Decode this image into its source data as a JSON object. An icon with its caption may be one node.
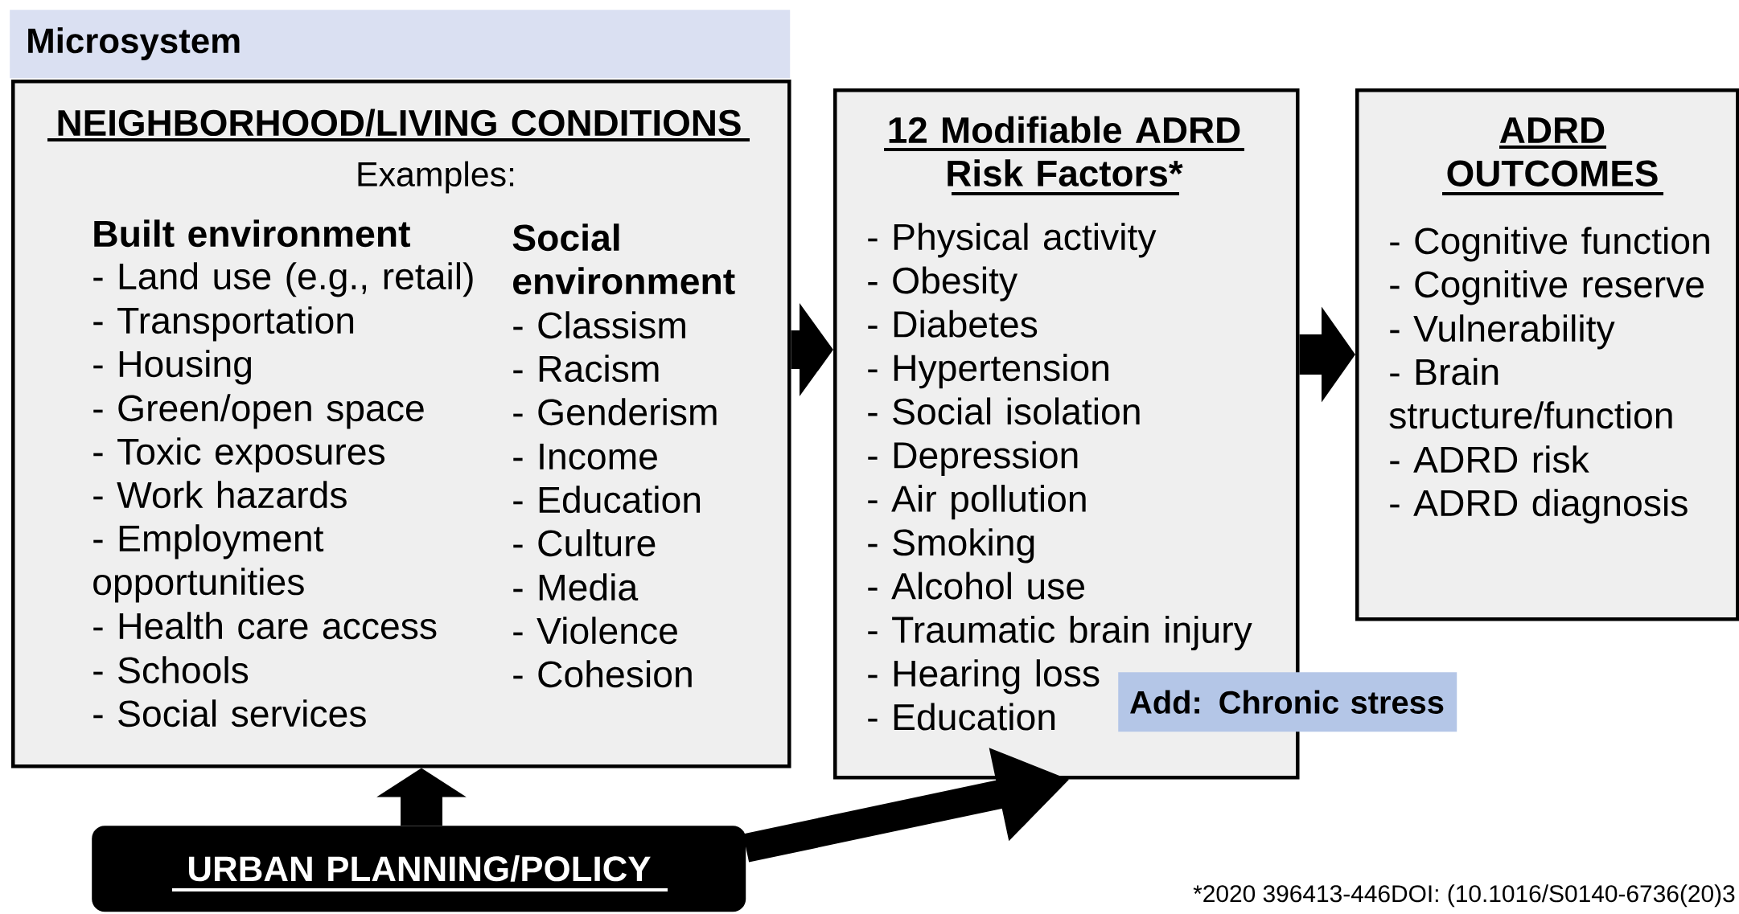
{
  "diagram": {
    "nodes": [
      {
        "text": [
          "Microsystem"
        ]
      },
      {
        "text": [
          "NEIGHBORHOOD/LIVING CONDITIONS",
          "Examples:",
          "Built environment",
          "- Land use (e.g., retail)",
          "- Transportation",
          "- Housing",
          "- Green/open space",
          "- Toxic exposures",
          "- Work hazards",
          "- Employment opportunities",
          "- Health care access",
          "- Schools",
          "- Social services",
          "Social environment",
          "- Classism",
          "- Racism",
          "- Genderism",
          "- Income",
          "- Education",
          "- Culture",
          "- Media",
          "- Violence",
          "- Cohesion"
        ]
      },
      {
        "text": [
          "12 Modifiable ADRD Risk Factors*",
          "- Physical activity",
          "- Obesity",
          "- Diabetes",
          "- Hypertension",
          "- Social isolation",
          "- Depression",
          "- Air pollution",
          "- Smoking",
          "- Alcohol use",
          "- Traumatic brain injury",
          "- Hearing loss",
          "- Education"
        ]
      },
      {
        "text": [
          "ADRD OUTCOMES",
          "- Cognitive function",
          "- Cognitive reserve",
          "- Vulnerability",
          "- Brain structure/function",
          "- ADRD risk",
          "- ADRD diagnosis"
        ]
      },
      {
        "text": [
          "Add: Chronic stress"
        ]
      },
      {
        "text": [
          "URBAN PLANNING/POLICY"
        ]
      }
    ],
    "edges": [
      {
        "from": 1,
        "to": 2,
        "arrow": "to"
      },
      {
        "from": 2,
        "to": 3,
        "arrow": "to"
      },
      {
        "from": 5,
        "to": 1,
        "arrow": "to"
      },
      {
        "from": 5,
        "to": 2,
        "arrow": "to"
      }
    ],
    "labels": [
      "*2020 396413-446DOI: (10.1016/S0140-6736(20)3"
    ]
  }
}
